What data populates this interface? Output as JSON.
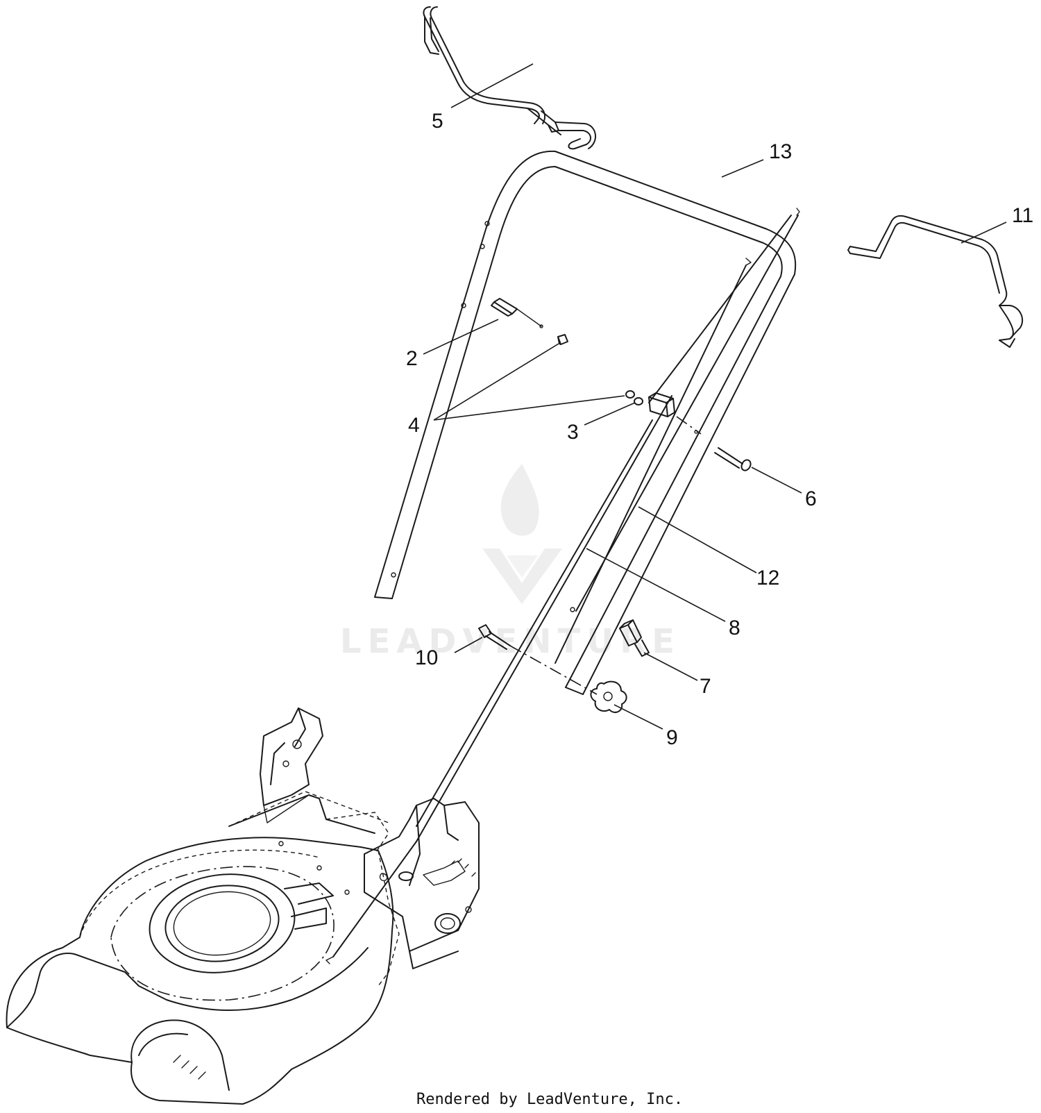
{
  "diagram": {
    "labels": [
      {
        "id": "5",
        "text": "5"
      },
      {
        "id": "13",
        "text": "13"
      },
      {
        "id": "11",
        "text": "11"
      },
      {
        "id": "2",
        "text": "2"
      },
      {
        "id": "4",
        "text": "4"
      },
      {
        "id": "3",
        "text": "3"
      },
      {
        "id": "6",
        "text": "6"
      },
      {
        "id": "12",
        "text": "12"
      },
      {
        "id": "8",
        "text": "8"
      },
      {
        "id": "10",
        "text": "10"
      },
      {
        "id": "7",
        "text": "7"
      },
      {
        "id": "9",
        "text": "9"
      }
    ],
    "watermark": "LEADVENTURE",
    "footer": "Rendered by LeadVenture, Inc."
  }
}
